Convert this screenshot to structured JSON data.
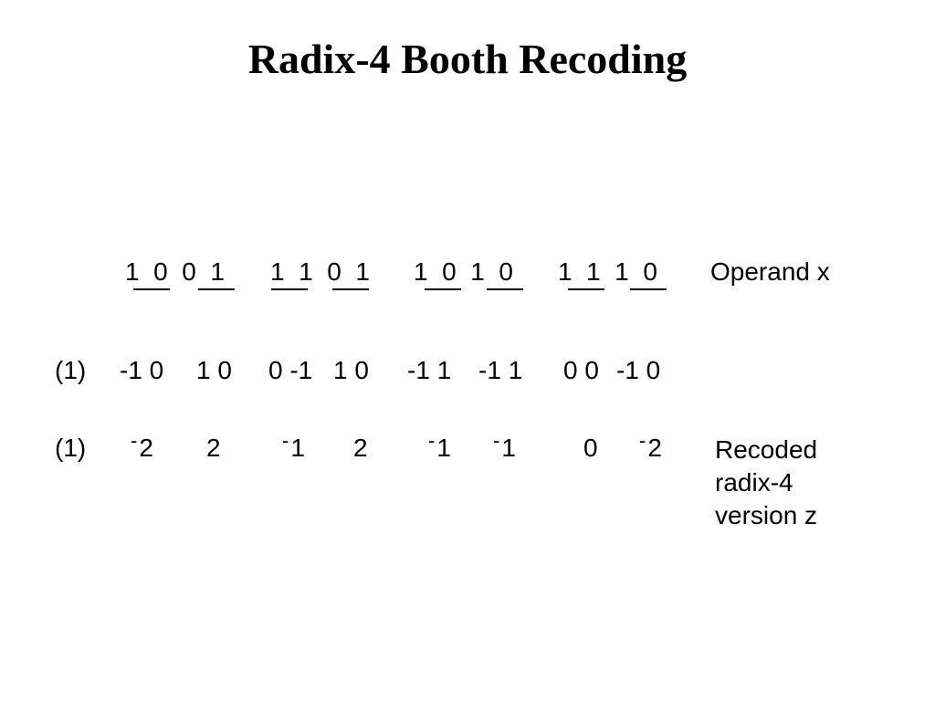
{
  "title": "Radix-4 Booth Recoding",
  "operand": {
    "groups": [
      "1  0  0  1",
      "1  1  0  1",
      "1  0  1  0",
      "1  1  1  0"
    ],
    "label": "Operand x"
  },
  "pair_digits": {
    "prefix": "(1)",
    "groups": [
      "-1 0",
      "1 0",
      "0 -1",
      "1 0",
      "-1 1",
      "-1 1",
      "0 0",
      "-1 0"
    ]
  },
  "recoded": {
    "prefix": "(1)",
    "digits": [
      {
        "neg": "-",
        "value": "2"
      },
      {
        "neg": "",
        "value": "2"
      },
      {
        "neg": "-",
        "value": "1"
      },
      {
        "neg": "",
        "value": "2"
      },
      {
        "neg": "-",
        "value": "1"
      },
      {
        "neg": "-",
        "value": "1"
      },
      {
        "neg": "",
        "value": "0"
      },
      {
        "neg": "-",
        "value": "2"
      }
    ],
    "label_lines": [
      "Recoded",
      "radix-4",
      "version z"
    ]
  }
}
